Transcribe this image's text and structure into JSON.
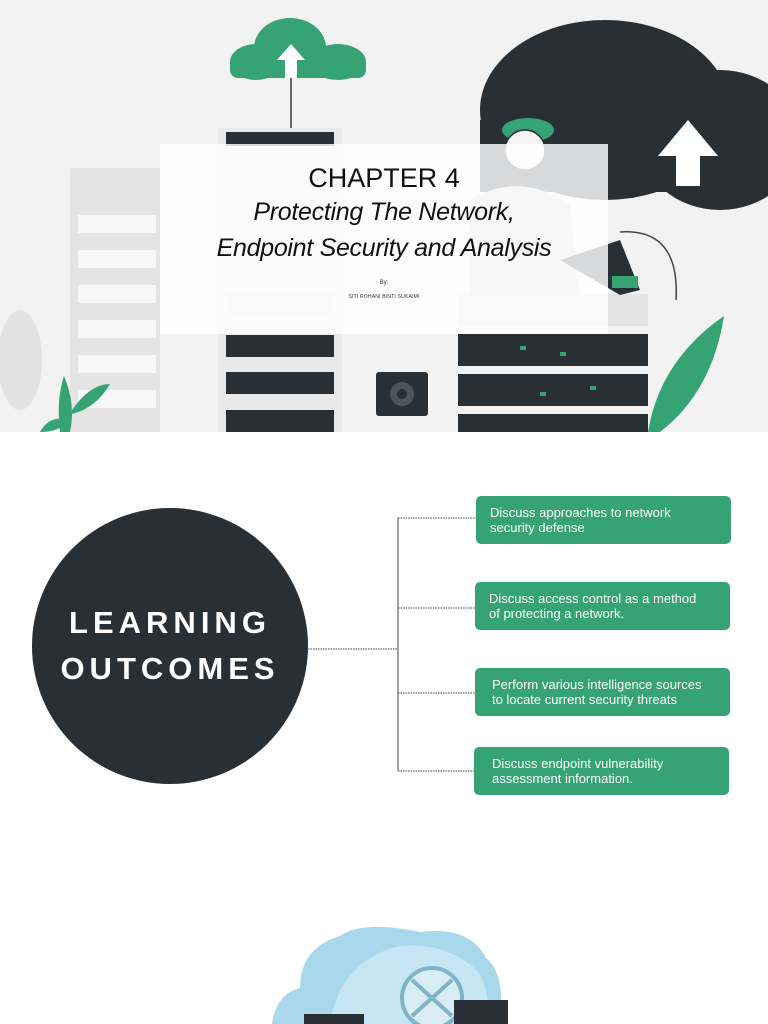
{
  "slide1": {
    "chapter": "CHAPTER 4",
    "subtitle_line1": "Protecting The Network,",
    "subtitle_line2": "Endpoint Security and Analysis",
    "by_label": "By:",
    "author": "SITI ROHANI BINTI SUKAIMI"
  },
  "slide2": {
    "heading_line1": "LEARNING",
    "heading_line2": "OUTCOMES",
    "outcomes": [
      {
        "line1": "Discuss approaches to network",
        "line2": "security defense"
      },
      {
        "line1": "Discuss access control as a method",
        "line2": "of protecting a network."
      },
      {
        "line1": "Perform various intelligence sources",
        "line2": "to locate current security threats"
      },
      {
        "line1": "Discuss endpoint vulnerability",
        "line2": "assessment information."
      }
    ]
  },
  "colors": {
    "accent_green": "#36a374",
    "dark": "#283035",
    "light_bg": "#f2f2f2",
    "cloud_blue": "#a9d8ec"
  },
  "icons": [
    "cloud-upload-icon",
    "server-rack-icon",
    "leaf-icon",
    "person-illustration",
    "cloud-security-icon"
  ]
}
